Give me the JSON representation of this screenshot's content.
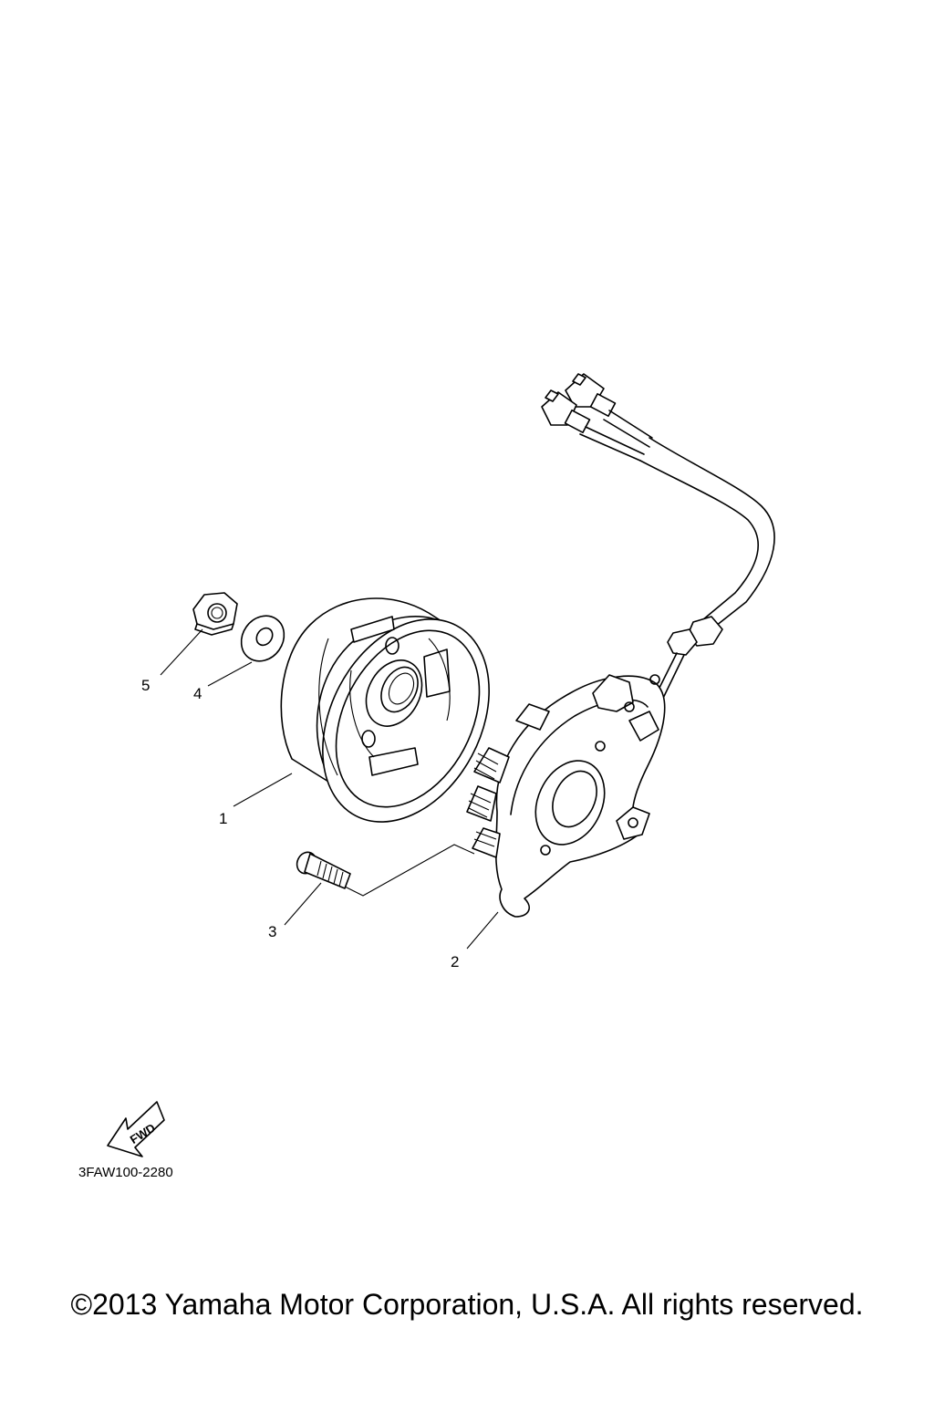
{
  "callouts": [
    {
      "label": "1"
    },
    {
      "label": "2"
    },
    {
      "label": "3"
    },
    {
      "label": "4"
    },
    {
      "label": "5"
    }
  ],
  "fwd_label": "FWD",
  "diagram_code": "3FAW100-2280",
  "copyright": "©2013 Yamaha Motor Corporation, U.S.A. All rights reserved."
}
